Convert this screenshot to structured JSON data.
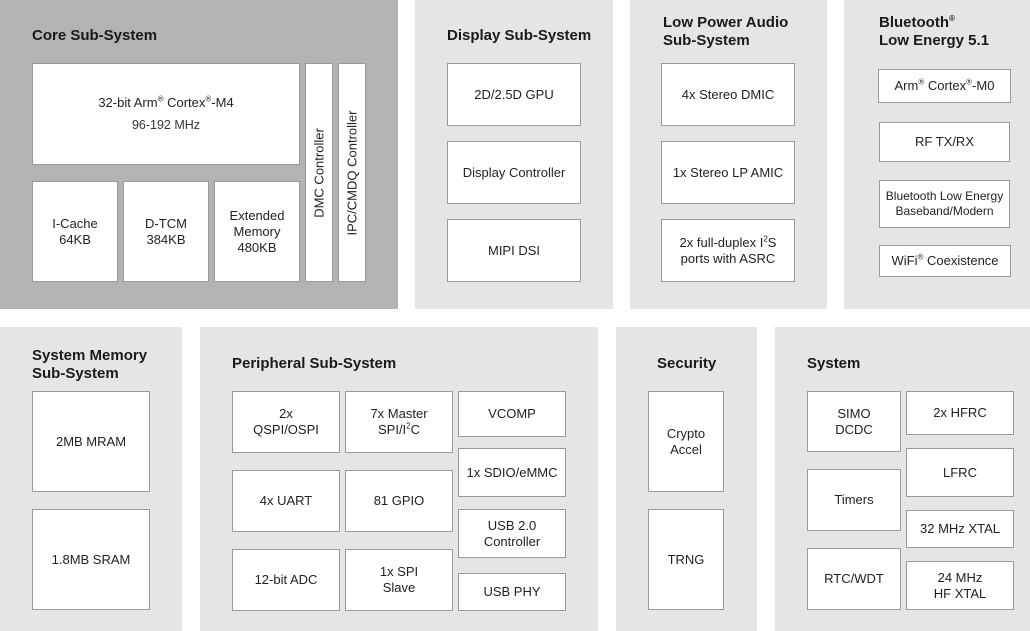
{
  "core": {
    "title": "Core Sub-System",
    "cpu": {
      "prefix": "32-bit Arm",
      "reg": "®",
      "middle": " Cortex",
      "reg2": "®",
      "suffix": "-M4",
      "freq": "96-192 MHz"
    },
    "icache": [
      "I-Cache",
      "64KB"
    ],
    "dtcm": [
      "D-TCM",
      "384KB"
    ],
    "extmem": [
      "Extended",
      "Memory",
      "480KB"
    ],
    "dmc": "DMC Controller",
    "ipc": "IPC/CMDQ Controller"
  },
  "display": {
    "title": "Display Sub-System",
    "items": [
      "2D/2.5D GPU",
      "Display Controller",
      "MIPI DSI"
    ]
  },
  "audio": {
    "title": "Low Power Audio\nSub-System",
    "dmic": "4x Stereo DMIC",
    "amic": "1x Stereo LP AMIC",
    "i2s": {
      "pre": "2x full-duplex I",
      "sup": "2",
      "post": "S",
      "line2": "ports with ASRC"
    }
  },
  "ble": {
    "title_a": "Bluetooth",
    "title_sup": "®",
    "title_b": "Low Energy 5.1",
    "m0": {
      "pre": "Arm",
      "sup": "®",
      "mid": " Cortex",
      "sup2": "®",
      "post": "-M0"
    },
    "rf": "RF TX/RX",
    "baseband": [
      "Bluetooth Low Energy",
      "Baseband/Modern"
    ],
    "wifi": {
      "pre": "WiFi",
      "sup": "®",
      "post": " Coexistence"
    }
  },
  "sysmem": {
    "title": "System Memory\nSub-System",
    "mram": "2MB MRAM",
    "sram": "1.8MB SRAM"
  },
  "peripheral": {
    "title": "Peripheral Sub-System",
    "qspi": [
      "2x",
      "QSPI/OSPI"
    ],
    "master": {
      "line1": "7x Master",
      "pre": "SPI/I",
      "sup": "2",
      "post": "C"
    },
    "vcomp": "VCOMP",
    "uart": "4x UART",
    "gpio": "81 GPIO",
    "sdio": "1x SDIO/eMMC",
    "usb": [
      "USB 2.0",
      "Controller"
    ],
    "adc": "12-bit ADC",
    "spi_slave": [
      "1x SPI",
      "Slave"
    ],
    "usbphy": "USB PHY"
  },
  "security": {
    "title": "Security",
    "crypto": [
      "Crypto",
      "Accel"
    ],
    "trng": "TRNG"
  },
  "system": {
    "title": "System",
    "simo": [
      "SIMO",
      "DCDC"
    ],
    "hfrc": "2x HFRC",
    "timers": "Timers",
    "lfrc": "LFRC",
    "xtal32": "32 MHz XTAL",
    "rtc": "RTC/WDT",
    "xtal24": [
      "24 MHz",
      "HF XTAL"
    ]
  }
}
